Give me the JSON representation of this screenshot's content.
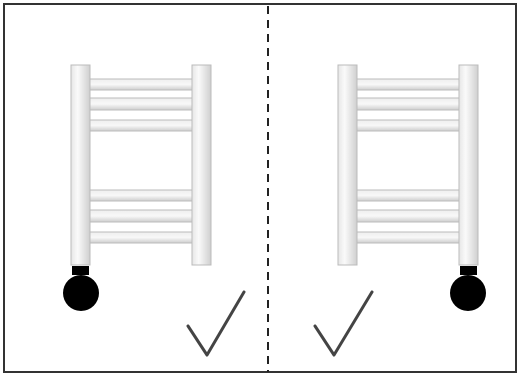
{
  "diagram": {
    "panels": [
      {
        "side": "left",
        "valve_position": "left",
        "valve_icon": "radiator-valve-icon",
        "mark_icon": "checkmark-icon",
        "status": "correct"
      },
      {
        "side": "right",
        "valve_position": "right",
        "valve_icon": "radiator-valve-icon",
        "mark_icon": "checkmark-icon",
        "status": "correct"
      }
    ],
    "divider": "dashed-vertical-line",
    "colors": {
      "border": "#333333",
      "rail_light": "#f4f4f4",
      "rail_mid": "#dcdcdc",
      "rail_dark": "#c4c4c4",
      "valve": "#000000",
      "check": "#444444"
    }
  }
}
